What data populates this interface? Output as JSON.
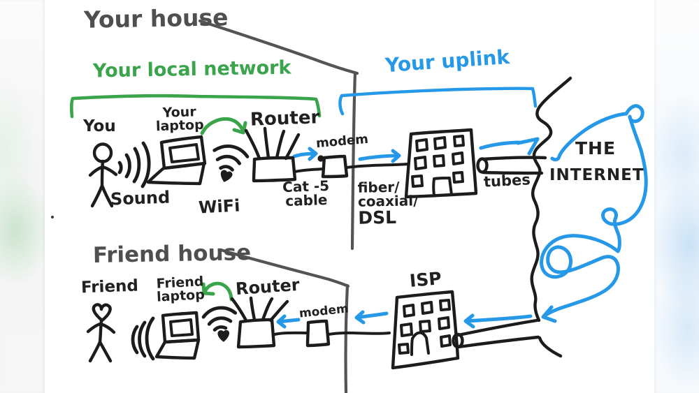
{
  "title": "Hand-drawn diagram of how a home connects to the internet",
  "colors": {
    "ink": "#212121",
    "wall_gray": "#4f4f4f",
    "green": "#3aa44b",
    "blue": "#2598e8",
    "background": "#ffffff"
  },
  "labels": {
    "your_house": "Your house",
    "your_local_network": "Your local network",
    "your_uplink": "Your uplink",
    "you": "You",
    "sound": "Sound",
    "your_laptop": {
      "line1": "Your",
      "line2": "laptop"
    },
    "wifi": "WiFi",
    "router_top": "Router",
    "modem_top": "modem",
    "cat5": {
      "line1": "Cat -5",
      "line2": "cable"
    },
    "uplink_media": {
      "line1": "fiber/",
      "line2": "coaxial/",
      "line3": "DSL"
    },
    "tubes": "tubes",
    "internet": {
      "line1": "THE",
      "line2": "INTERNET"
    },
    "friend_house": "Friend house",
    "friend": "Friend",
    "friend_laptop": {
      "line1": "Friend",
      "line2": "laptop"
    },
    "router_bottom": "Router",
    "modem_bottom": "modem",
    "isp": "ISP"
  },
  "figures": [
    "stick-figure-you",
    "sound-waves",
    "laptop",
    "wifi-symbol",
    "router",
    "modem",
    "isp-building",
    "tubes-pipe",
    "internet-scribble-blob",
    "stick-figure-friend-heart-head",
    "friend-laptop",
    "house-walls",
    "flow-arrows"
  ]
}
